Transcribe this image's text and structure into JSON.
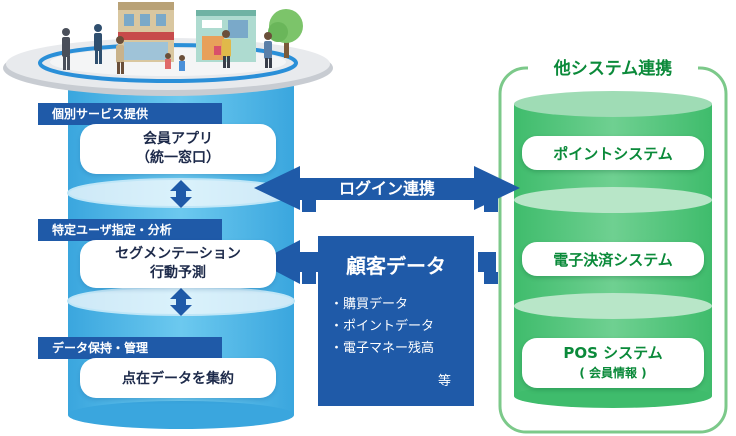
{
  "cylinder_left": {
    "sections": [
      {
        "tag": "個別サービス提供",
        "pill_line1": "会員アプリ",
        "pill_line2": "（統一窓口）"
      },
      {
        "tag": "特定ユーザ指定・分析",
        "pill_line1": "セグメンテーション",
        "pill_line2": "行動予測"
      },
      {
        "tag": "データ保持・管理",
        "pill_line1": "点在データを集約",
        "pill_line2": ""
      }
    ]
  },
  "middle": {
    "login_label": "ログイン連携",
    "customer_title": "顧客データ",
    "customer_items": [
      "・購買データ",
      "・ポイントデータ",
      "・電子マネー残高"
    ],
    "customer_etc": "等"
  },
  "other_systems": {
    "title": "他システム連携",
    "systems": [
      {
        "name": "ポイントシステム",
        "sub": ""
      },
      {
        "name": "電子決済システム",
        "sub": ""
      },
      {
        "name": "POS システム",
        "sub": "( 会員情報 )"
      }
    ]
  },
  "colors": {
    "navy": "#1f5aa8",
    "cyan": "#4db8e6",
    "green_frame": "#7cc98a",
    "green_disk": "#8fd4a9",
    "green_text": "#0b8a3a"
  }
}
